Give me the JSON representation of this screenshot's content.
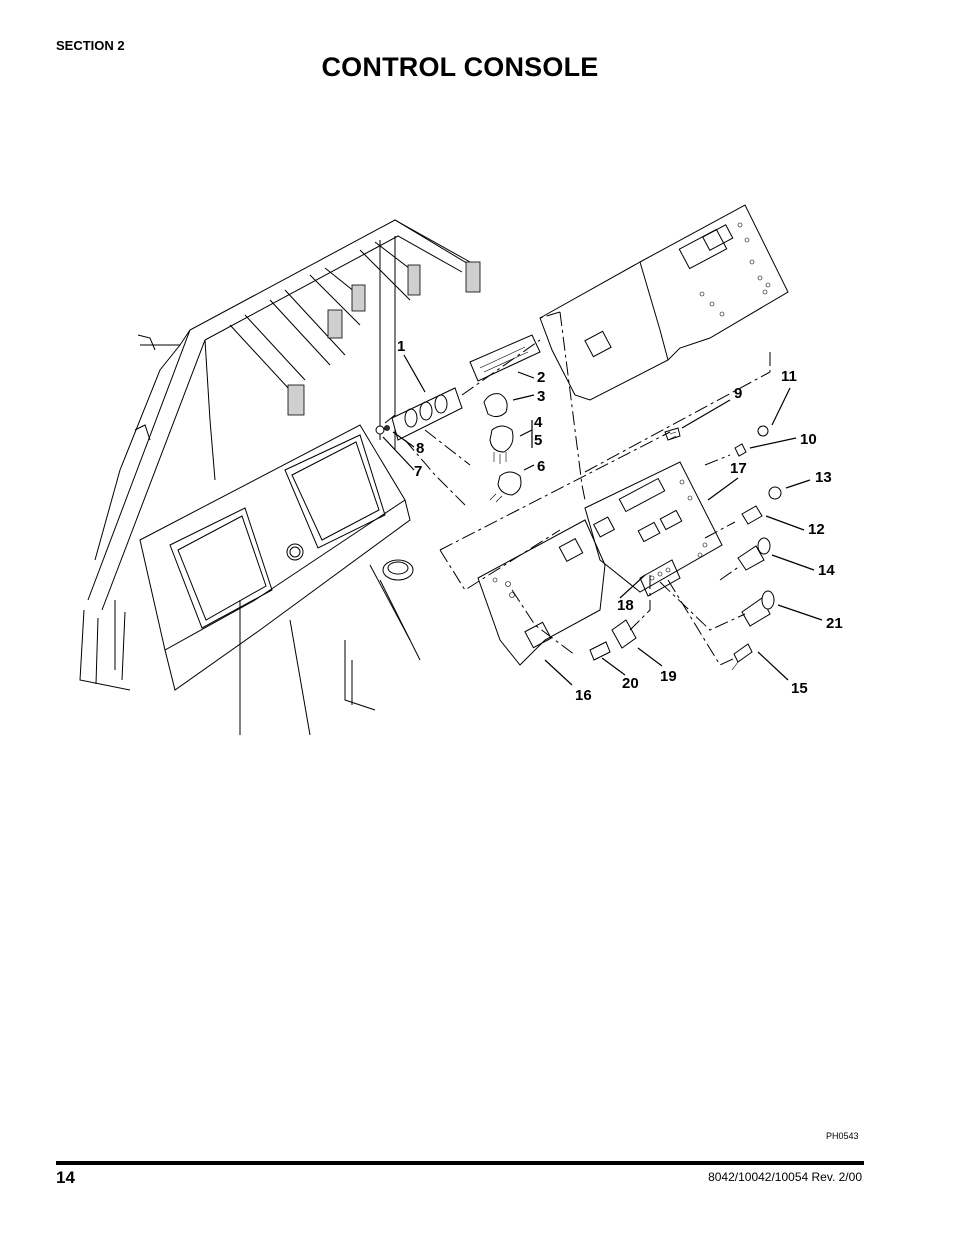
{
  "header": {
    "section": "SECTION 2",
    "title": "CONTROL CONSOLE"
  },
  "diagram": {
    "callouts": [
      "1",
      "2",
      "3",
      "4",
      "5",
      "6",
      "7",
      "8",
      "9",
      "10",
      "11",
      "12",
      "13",
      "14",
      "15",
      "16",
      "17",
      "18",
      "19",
      "20",
      "21"
    ]
  },
  "figure_code": "PH0543",
  "footer": {
    "page_number": "14",
    "doc_ref": "8042/10042/10054 Rev. 2/00"
  }
}
